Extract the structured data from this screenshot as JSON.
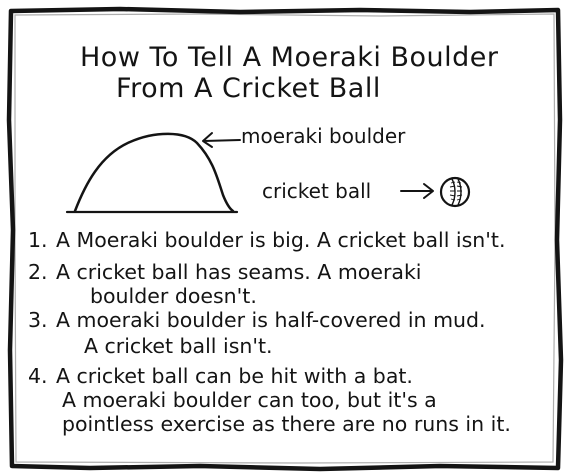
{
  "title": {
    "line1": "How To Tell A Moeraki Boulder",
    "line2": "From A Cricket Ball"
  },
  "labels": {
    "boulder": "moeraki boulder",
    "cricket": "cricket ball"
  },
  "icons": {
    "boulder": "boulder-mound-icon",
    "ball": "cricket-ball-icon",
    "arrow": "arrow-icon"
  },
  "items": [
    {
      "num": "1.",
      "lines": [
        "A Moeraki boulder is big. A cricket ball isn't."
      ]
    },
    {
      "num": "2.",
      "lines": [
        "A cricket ball has seams. A moeraki",
        "boulder doesn't."
      ]
    },
    {
      "num": "3.",
      "lines": [
        "A moeraki boulder is half-covered in mud.",
        "A cricket ball isn't."
      ]
    },
    {
      "num": "4.",
      "lines": [
        "A cricket ball can be hit with a bat.",
        "A moeraki boulder can too, but it's a",
        "pointless exercise as there are no runs in it."
      ]
    }
  ],
  "colors": {
    "ink": "#141414",
    "paper": "#ffffff"
  }
}
